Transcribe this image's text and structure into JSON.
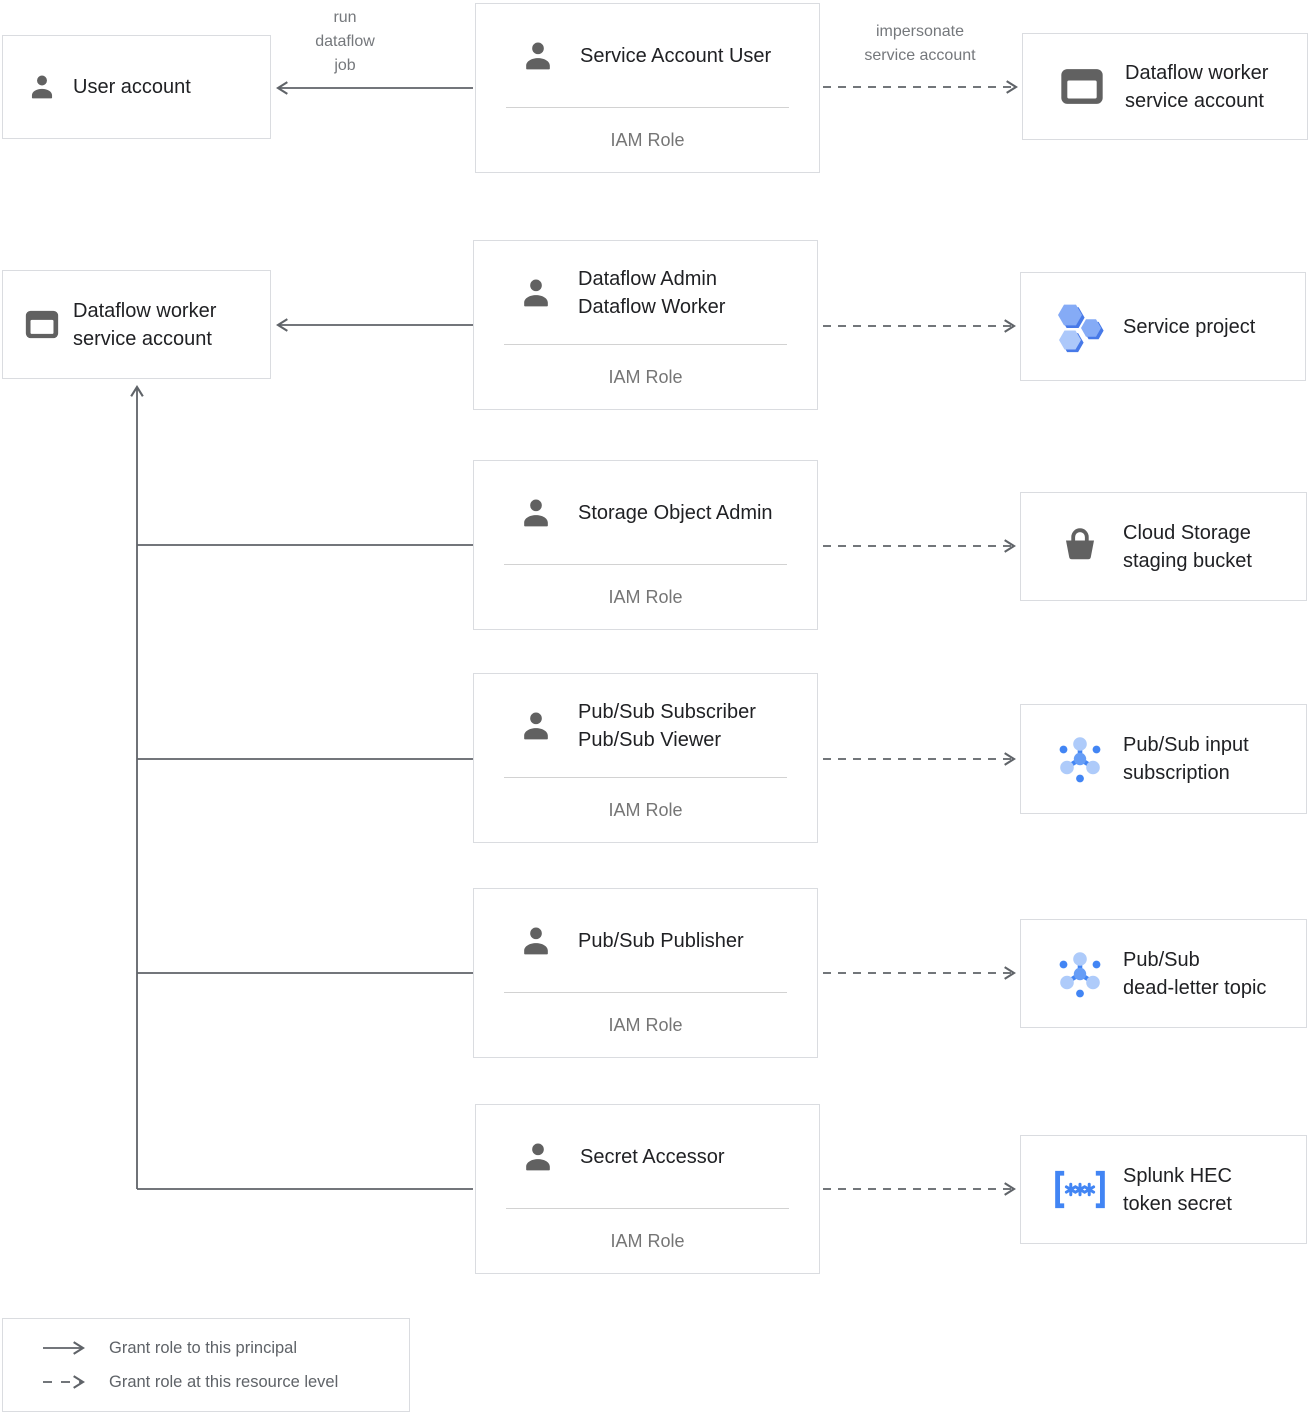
{
  "edge_labels": {
    "run_dataflow_job": [
      "run",
      "dataflow",
      "job"
    ],
    "impersonate": [
      "impersonate",
      "service account"
    ]
  },
  "left_column": {
    "user_account": {
      "lines": [
        "User account"
      ],
      "icon": "person-icon"
    },
    "dataflow_worker_sa": {
      "lines": [
        "Dataflow worker",
        "service account"
      ],
      "icon": "console-icon"
    }
  },
  "center_column": [
    {
      "lines": [
        "Service Account User"
      ],
      "footer": "IAM Role",
      "icon": "person-icon"
    },
    {
      "lines": [
        "Dataflow Admin",
        "Dataflow Worker"
      ],
      "footer": "IAM Role",
      "icon": "person-icon"
    },
    {
      "lines": [
        "Storage Object Admin"
      ],
      "footer": "IAM Role",
      "icon": "person-icon"
    },
    {
      "lines": [
        "Pub/Sub Subscriber",
        "Pub/Sub Viewer"
      ],
      "footer": "IAM Role",
      "icon": "person-icon"
    },
    {
      "lines": [
        "Pub/Sub Publisher"
      ],
      "footer": "IAM Role",
      "icon": "person-icon"
    },
    {
      "lines": [
        "Secret Accessor"
      ],
      "footer": "IAM Role",
      "icon": "person-icon"
    }
  ],
  "right_column": [
    {
      "lines": [
        "Dataflow worker",
        "service account"
      ],
      "icon": "console-icon"
    },
    {
      "lines": [
        "Service project"
      ],
      "icon": "project-hexagons-icon"
    },
    {
      "lines": [
        "Cloud Storage",
        "staging bucket"
      ],
      "icon": "storage-bucket-icon"
    },
    {
      "lines": [
        "Pub/Sub input",
        "subscription"
      ],
      "icon": "pubsub-topic-icon"
    },
    {
      "lines": [
        "Pub/Sub",
        "dead-letter topic"
      ],
      "icon": "pubsub-topic-icon"
    },
    {
      "lines": [
        "Splunk HEC",
        "token secret"
      ],
      "icon": "secret-manager-icon"
    }
  ],
  "legend": {
    "solid_label": "Grant role to this principal",
    "dashed_label": "Grant role at this resource level"
  },
  "colors": {
    "accent_blue": "#4285F4",
    "light_blue": "#AECBFA",
    "icon_gray": "#616161",
    "line_gray": "#5F6368",
    "border_gray": "#DADCE0",
    "text_dark": "#202124",
    "text_gray": "#757575"
  }
}
